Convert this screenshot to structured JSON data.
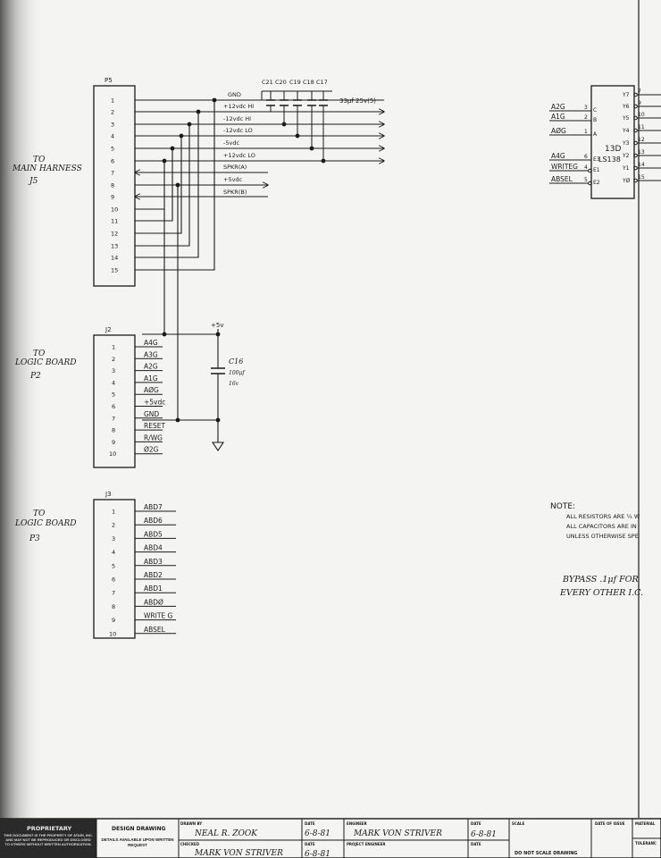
{
  "colors": {
    "ink": "#1a1a1a",
    "paper": "#f4f4f2",
    "ghost": "#c8c8c8",
    "shadow": "#5a5a5a"
  },
  "connectors": {
    "p5": {
      "ref": "P5",
      "dest_line1": "TO",
      "dest_line2": "MAIN HARNESS",
      "dest_line3": "J5",
      "pins": [
        "1",
        "2",
        "3",
        "4",
        "5",
        "6",
        "7",
        "8",
        "9",
        "10",
        "11",
        "12",
        "13",
        "14",
        "15"
      ],
      "signals": [
        "GND",
        "+12vdc HI",
        "-12vdc HI",
        "-12vdc LO",
        "-5vdc",
        "+12vdc LO",
        "SPKR(A)",
        "+5vdc",
        "SPKR(B)"
      ]
    },
    "j2": {
      "ref": "J2",
      "dest_line1": "TO",
      "dest_line2": "LOGIC BOARD",
      "dest_line3": "P2",
      "pins": [
        "1",
        "2",
        "3",
        "4",
        "5",
        "6",
        "7",
        "8",
        "9",
        "10"
      ],
      "signals": [
        "A4G",
        "A3G",
        "A2G",
        "A1G",
        "AØG",
        "+5vdc",
        "GND",
        "RESET",
        "R/WG",
        "Ø2G"
      ]
    },
    "j3": {
      "ref": "J3",
      "dest_line1": "TO",
      "dest_line2": "LOGIC BOARD",
      "dest_line3": "P3",
      "pins": [
        "1",
        "2",
        "3",
        "4",
        "5",
        "6",
        "7",
        "8",
        "9",
        "10"
      ],
      "signals": [
        "ABD7",
        "ABD6",
        "ABD5",
        "ABD4",
        "ABD3",
        "ABD2",
        "ABD1",
        "ABDØ",
        "WRITE G",
        "ABSEL"
      ]
    }
  },
  "capacitors": {
    "refs": [
      "C21",
      "C20",
      "C19",
      "C18",
      "C17"
    ],
    "value": "33μf 25v(5)",
    "c16_ref": "C16",
    "c16_value": "100μf",
    "c16_voltage": "16v",
    "supply": "+5v"
  },
  "decoder": {
    "ref": "13D",
    "part": "LS138",
    "inputs": [
      {
        "signal": "A2G",
        "pin": "3",
        "name": "C"
      },
      {
        "signal": "A1G",
        "pin": "2",
        "name": "B"
      },
      {
        "signal": "AØG",
        "pin": "1",
        "name": "A"
      },
      {
        "signal": "A4G",
        "pin": "6",
        "name": "E3"
      },
      {
        "signal": "WRITEG",
        "pin": "4",
        "name": "E1"
      },
      {
        "signal": "ABSEL",
        "pin": "5",
        "name": "E2"
      }
    ],
    "outputs": [
      {
        "name": "Y7",
        "pin": "7"
      },
      {
        "name": "Y6",
        "pin": "9"
      },
      {
        "name": "Y5",
        "pin": "10"
      },
      {
        "name": "Y4",
        "pin": "11"
      },
      {
        "name": "Y3",
        "pin": "12"
      },
      {
        "name": "Y2",
        "pin": "13"
      },
      {
        "name": "Y1",
        "pin": "14"
      },
      {
        "name": "YØ",
        "pin": "15"
      }
    ]
  },
  "notes": {
    "title": "NOTE:",
    "line1": "ALL RESISTORS ARE ¼ W",
    "line2": "ALL CAPACITORS ARE IN",
    "line3": "UNLESS OTHERWISE SPE",
    "bypass1": "BYPASS .1μf FOR",
    "bypass2": "EVERY OTHER I.C."
  },
  "title_block": {
    "proprietary": "PROPRIETARY",
    "prop_text": "THIS DOCUMENT IS THE PROPERTY OF ATARI, INC. AND MAY NOT BE REPRODUCED OR DISCLOSED TO OTHERS WITHOUT WRITTEN AUTHORIZATION.",
    "design_drawing": "DESIGN DRAWING",
    "details": "DETAILS AVAILABLE UPON WRITTEN REQUEST",
    "drawn_by_label": "DRAWN BY",
    "drawn_by": "NEAL R. ZOOK",
    "checked_label": "CHECKED",
    "checked": "MARK VON STRIVER",
    "date_label": "DATE",
    "date1": "6-8-81",
    "date2": "6-8-81",
    "engineer_label": "ENGINEER",
    "engineer": "MARK VON STRIVER",
    "project_engineer_label": "PROJECT ENGINEER",
    "date3": "6-8-81",
    "scale_label": "SCALE",
    "do_not_scale": "DO NOT SCALE DRAWING",
    "date_of_issue_label": "DATE OF ISSUE",
    "material_label": "MATERIAL",
    "tolerance_label": "TOLERANC"
  }
}
